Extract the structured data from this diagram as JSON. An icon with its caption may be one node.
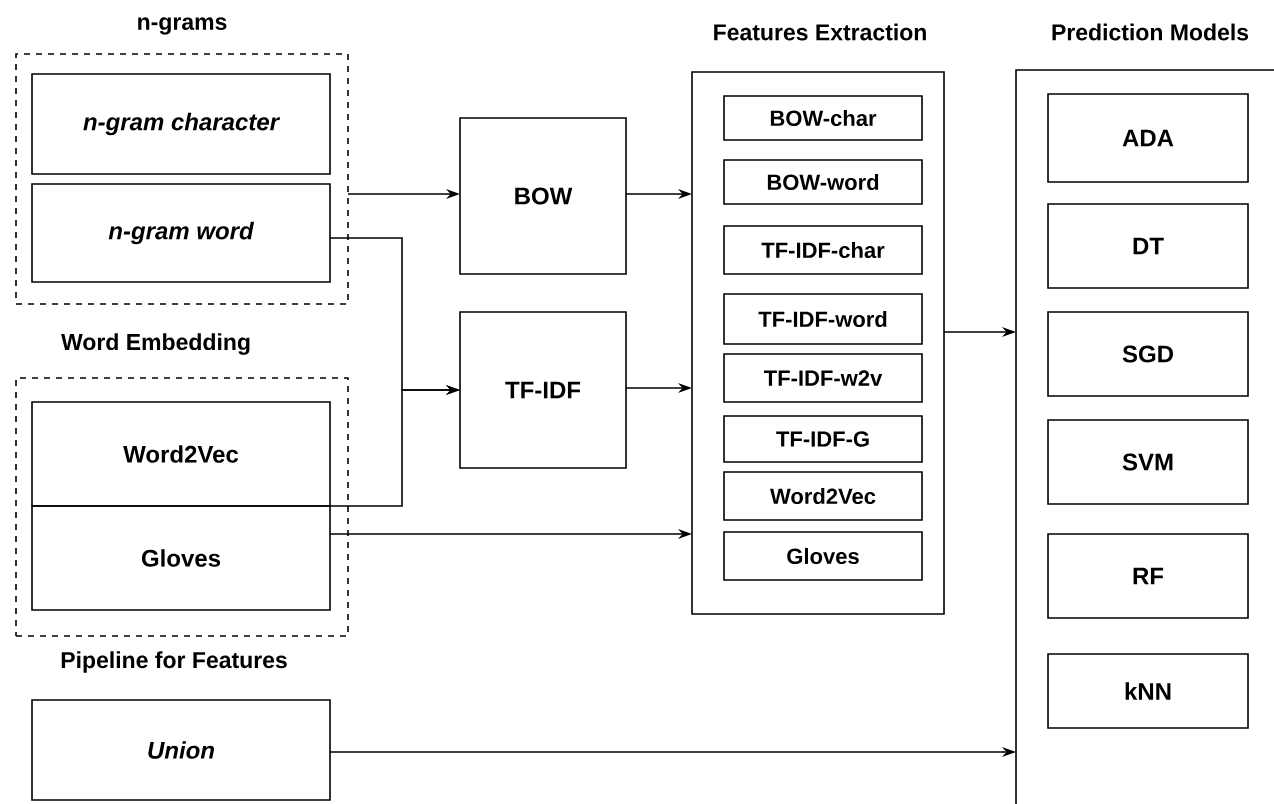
{
  "diagram": {
    "nodes": [
      {
        "text": [
          "n-grams"
        ]
      },
      {
        "text": [
          "n-gram character"
        ],
        "in": 0
      },
      {
        "text": [
          "n-gram word"
        ],
        "in": 0
      },
      {
        "text": [
          "Word Embedding"
        ]
      },
      {
        "text": [
          "Word2Vec"
        ],
        "in": 3
      },
      {
        "text": [
          "Gloves"
        ],
        "in": 3
      },
      {
        "text": [
          "Union"
        ]
      },
      {
        "text": [
          "BOW"
        ]
      },
      {
        "text": [
          "TF-IDF"
        ]
      },
      {
        "text": [
          "Features Extraction"
        ]
      },
      {
        "text": [
          "BOW-char"
        ],
        "in": 9
      },
      {
        "text": [
          "BOW-word"
        ],
        "in": 9
      },
      {
        "text": [
          "TF-IDF-char"
        ],
        "in": 9
      },
      {
        "text": [
          "TF-IDF-word"
        ],
        "in": 9
      },
      {
        "text": [
          "TF-IDF-w2v"
        ],
        "in": 9
      },
      {
        "text": [
          "TF-IDF-G"
        ],
        "in": 9
      },
      {
        "text": [
          "Word2Vec"
        ],
        "in": 9
      },
      {
        "text": [
          "Gloves"
        ],
        "in": 9
      },
      {
        "text": [
          "Prediction Models"
        ]
      },
      {
        "text": [
          "ADA"
        ],
        "in": 18
      },
      {
        "text": [
          "DT"
        ],
        "in": 18
      },
      {
        "text": [
          "SGD"
        ],
        "in": 18
      },
      {
        "text": [
          "SVM"
        ],
        "in": 18
      },
      {
        "text": [
          "RF"
        ],
        "in": 18
      },
      {
        "text": [
          "kNN"
        ],
        "in": 18
      }
    ],
    "edges": [
      {
        "from": 0,
        "to": 7,
        "arrow": "to"
      },
      {
        "from": 2,
        "to": 8,
        "arrow": "to"
      },
      {
        "from": 4,
        "to": 8,
        "arrow": "to"
      },
      {
        "from": 5,
        "to": 9,
        "arrow": "to"
      },
      {
        "from": 7,
        "to": 9,
        "arrow": "to"
      },
      {
        "from": 8,
        "to": 9,
        "arrow": "to"
      },
      {
        "from": 9,
        "to": 18,
        "arrow": "to"
      },
      {
        "from": 6,
        "to": 18,
        "arrow": "to"
      }
    ],
    "labels": [
      "Pipeline for Features"
    ]
  }
}
